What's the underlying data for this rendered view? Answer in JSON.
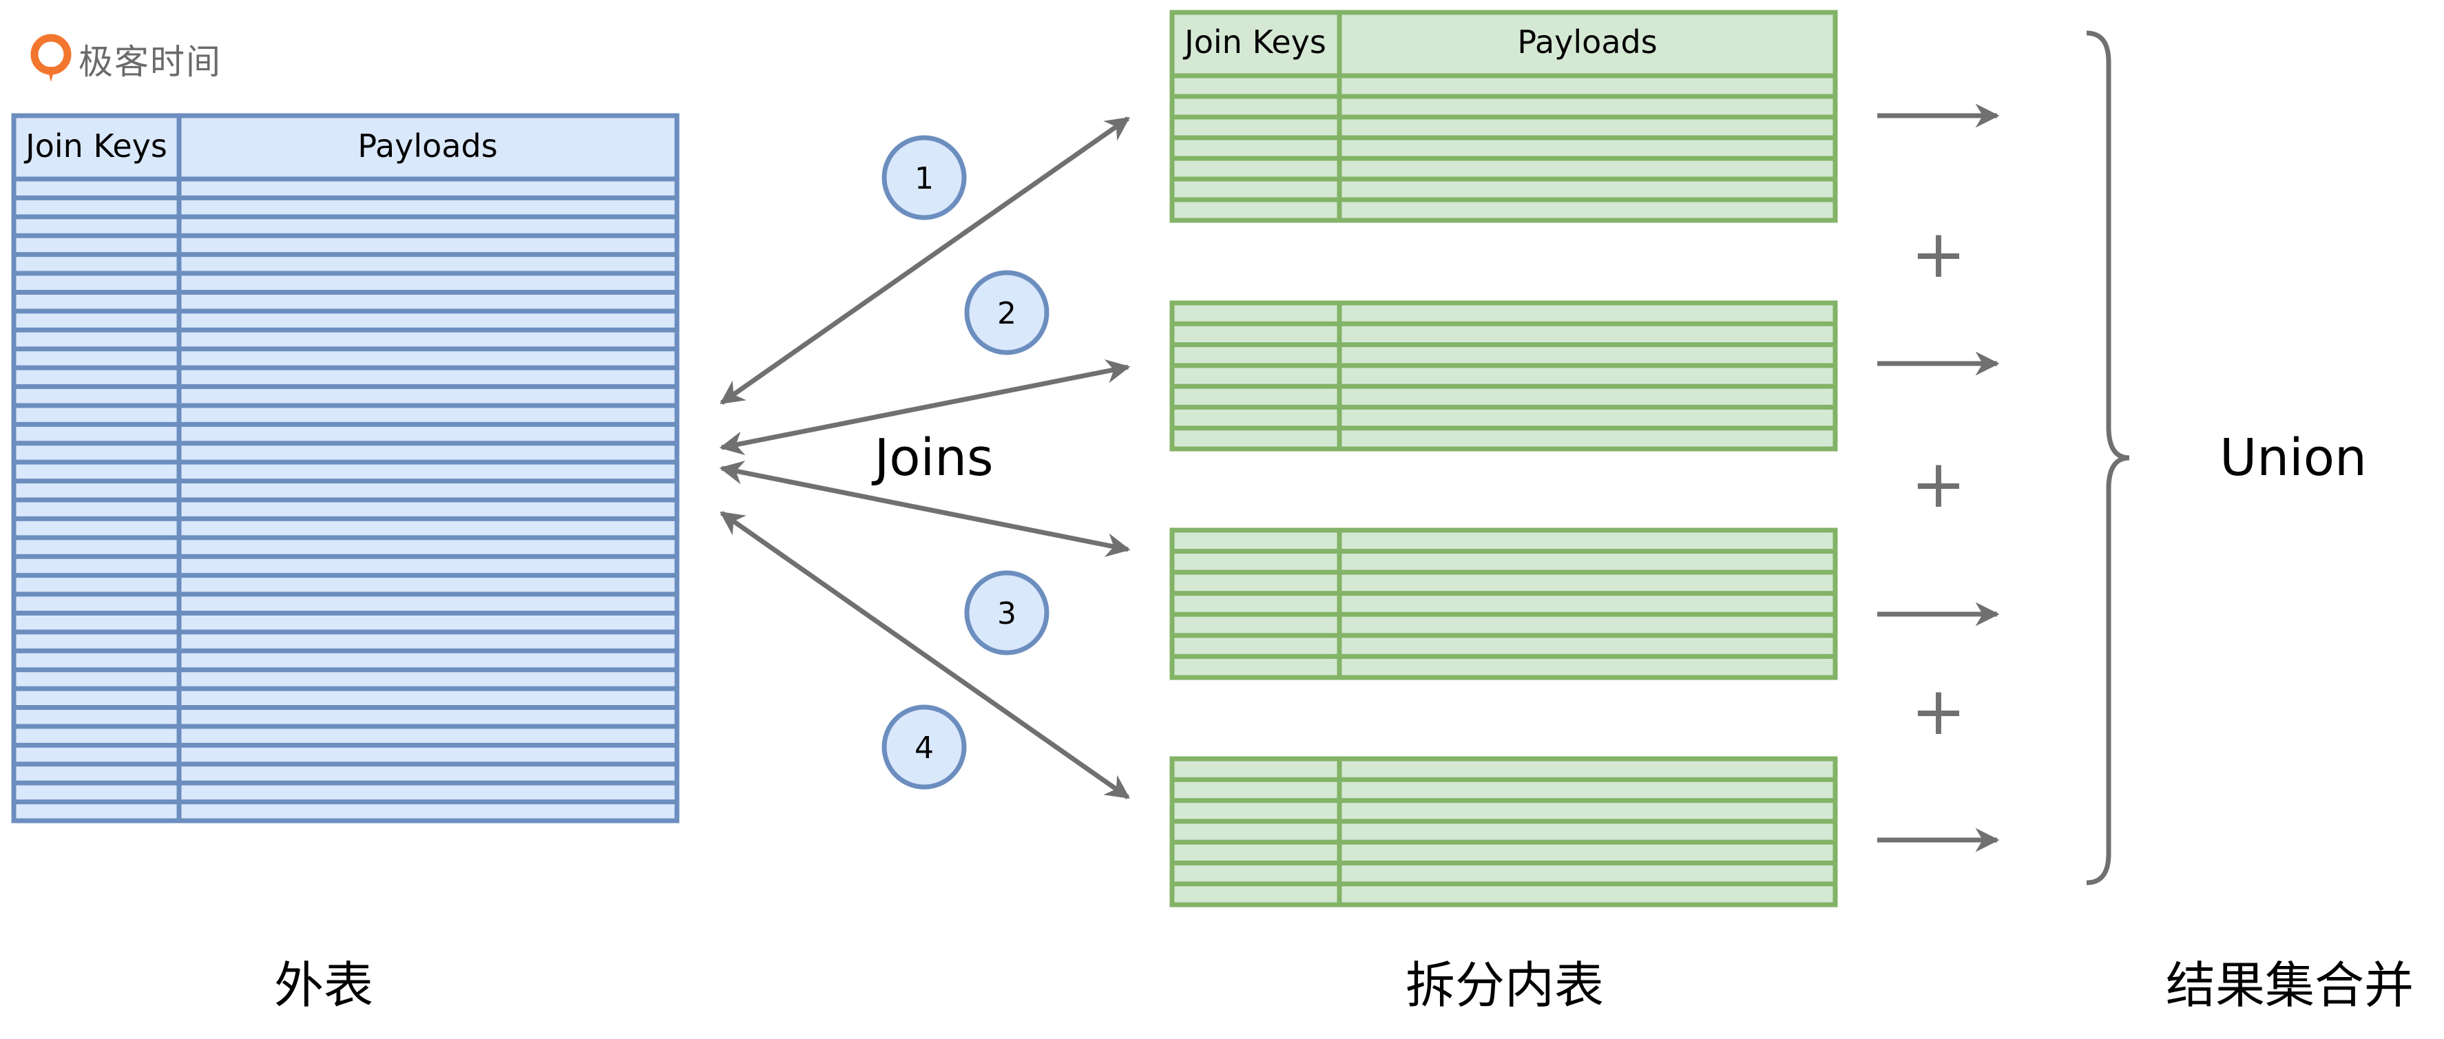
{
  "brand": {
    "text": "极客时间",
    "accent": "#f2762e"
  },
  "colors": {
    "outer_fill": "#dae8fc",
    "outer_stroke": "#6c8ebf",
    "inner_fill": "#d5e8d4",
    "inner_stroke": "#82b366",
    "arrow": "#707070",
    "text": "#000000"
  },
  "outer_table": {
    "key_header": "Join Keys",
    "payload_header": "Payloads"
  },
  "inner_table": {
    "key_header": "Join Keys",
    "payload_header": "Payloads"
  },
  "joins_label": "Joins",
  "steps": [
    "1",
    "2",
    "3",
    "4"
  ],
  "plus": "+",
  "union_label": "Union",
  "captions": {
    "outer": "外表",
    "inner": "拆分内表",
    "result": "结果集合并"
  }
}
